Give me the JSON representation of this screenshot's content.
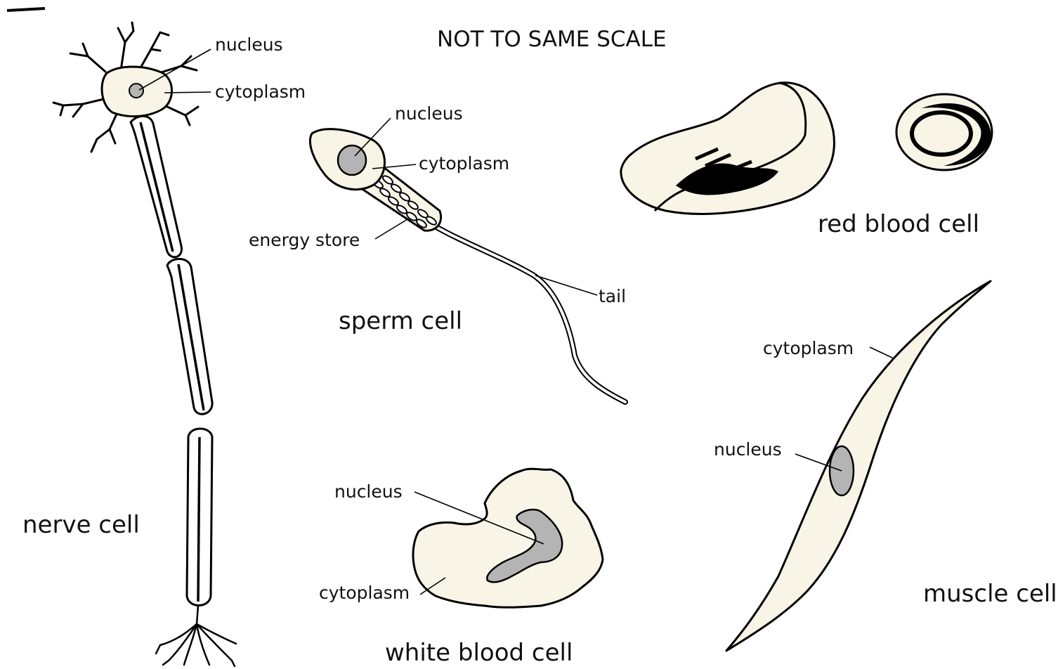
{
  "heading": "NOT TO SAME SCALE",
  "colors": {
    "cytoplasm_fill": "#f8f4e6",
    "nucleus_fill": "#b4b4b4",
    "outline": "#000000"
  },
  "cells": {
    "nerve": {
      "name": "nerve cell",
      "labels": {
        "nucleus": "nucleus",
        "cytoplasm": "cytoplasm"
      }
    },
    "sperm": {
      "name": "sperm cell",
      "labels": {
        "nucleus": "nucleus",
        "cytoplasm": "cytoplasm",
        "energy_store": "energy store",
        "tail": "tail"
      }
    },
    "red_blood": {
      "name": "red blood cell"
    },
    "white_blood": {
      "name": "white blood cell",
      "labels": {
        "nucleus": "nucleus",
        "cytoplasm": "cytoplasm"
      }
    },
    "muscle": {
      "name": "muscle cell",
      "labels": {
        "cytoplasm": "cytoplasm",
        "nucleus": "nucleus"
      }
    }
  }
}
